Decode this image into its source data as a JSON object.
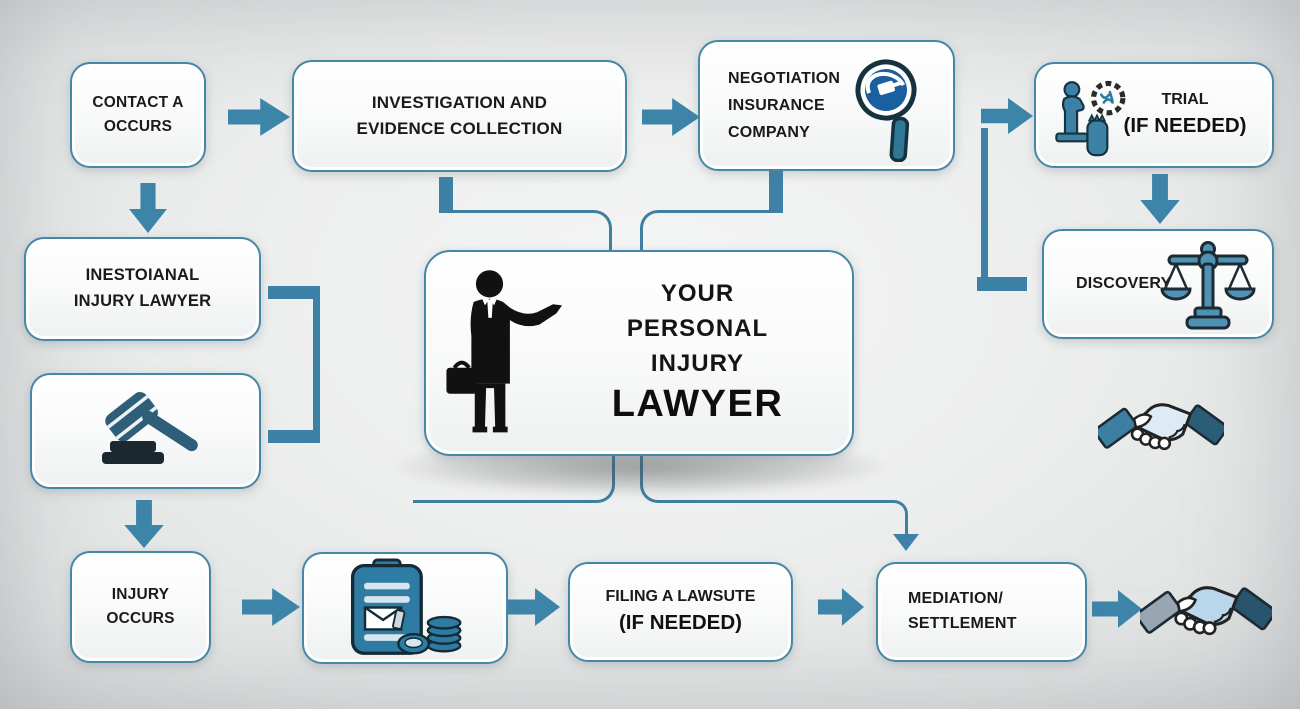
{
  "title": "Your Personal Injury Lawyer process flowchart",
  "colors": {
    "background": "#ececec",
    "box_border": "#4687a6",
    "box_fill": "#ffffff",
    "arrow": "#3d84a9",
    "line": "#3f7fa2",
    "text": "#1a1a1a",
    "icon_blue": "#3d82a6",
    "icon_dark": "#16323f"
  },
  "nodes": {
    "contact": {
      "label": "CONTACT A\nOCCURS"
    },
    "investigation": {
      "label": "INVESTIGATION AND\nEVIDENCE COLLECTION"
    },
    "negotiation": {
      "label": "NEGOTIATION\nINSURANCE\nCOMPANY",
      "icon": "magnifier-gavel-icon"
    },
    "trial": {
      "line1": "TRIAL",
      "line2": "(IF NEEDED)",
      "icon": "speaker-gear-icon"
    },
    "discovery": {
      "label": "DISCOVERY",
      "icon": "scales-of-justice-icon"
    },
    "referral": {
      "label": "INESTOIANAL\nINJURY LAWYER"
    },
    "gavel": {
      "icon": "gavel-icon"
    },
    "injury": {
      "label": "INJURY\nOCCURS"
    },
    "evidence": {
      "icon": "clipboard-coins-icon"
    },
    "filing": {
      "line1": "FILING A LAWSUTE",
      "line2": "(IF NEEDED)"
    },
    "mediation": {
      "label": "MEDIATION/\nSETTLEMENT"
    },
    "center": {
      "line1": "YOUR",
      "line2": "PERSONAL",
      "line3": "INJURY",
      "line4": "LAWYER",
      "icon": "businessman-silhouette-icon"
    }
  },
  "decorations": {
    "handshake_middle": "handshake-icon",
    "handshake_bottom": "handshake-icon"
  },
  "edges": [
    {
      "from": "contact",
      "to": "investigation",
      "type": "block-arrow-right"
    },
    {
      "from": "investigation",
      "to": "negotiation",
      "type": "block-arrow-right"
    },
    {
      "from": "contact",
      "to": "referral",
      "type": "block-arrow-down"
    },
    {
      "from": "referral",
      "to": "gavel",
      "type": "bracket-line"
    },
    {
      "from": "gavel",
      "to": "injury",
      "type": "block-arrow-down"
    },
    {
      "from": "investigation",
      "to": "center",
      "type": "elbow-line"
    },
    {
      "from": "negotiation",
      "to": "center",
      "type": "elbow-line"
    },
    {
      "from": "discovery",
      "to": "trial",
      "type": "elbow-line-block-arrow-right"
    },
    {
      "from": "trial",
      "to": "discovery",
      "type": "block-arrow-down"
    },
    {
      "from": "center",
      "to": "mediation",
      "type": "elbow-line-arrow-down"
    },
    {
      "from": "injury",
      "to": "evidence",
      "type": "block-arrow-right"
    },
    {
      "from": "evidence",
      "to": "filing",
      "type": "block-arrow-right"
    },
    {
      "from": "filing",
      "to": "mediation",
      "type": "block-arrow-right"
    },
    {
      "from": "mediation",
      "to": "handshake",
      "type": "block-arrow-right"
    }
  ]
}
